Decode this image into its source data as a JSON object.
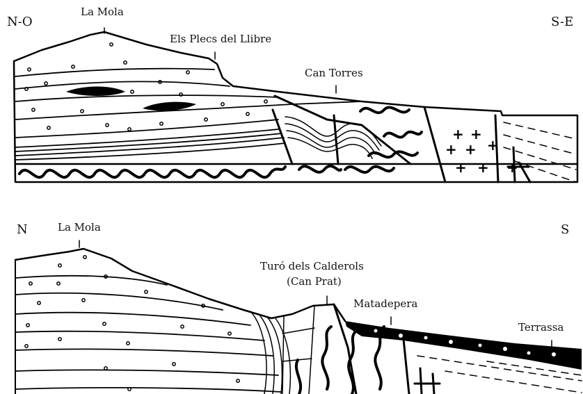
{
  "section_top": {
    "left_direction": "N-O",
    "right_direction": "S-E",
    "labels": [
      "La Mola",
      "Els Plecs del Llibre",
      "Can Torres"
    ]
  },
  "section_bottom": {
    "left_direction": "N",
    "right_direction": "S",
    "labels": [
      "La Mola",
      "Turó dels Calderols",
      "(Can Prat)",
      "Matadepera",
      "Terrassa"
    ]
  }
}
